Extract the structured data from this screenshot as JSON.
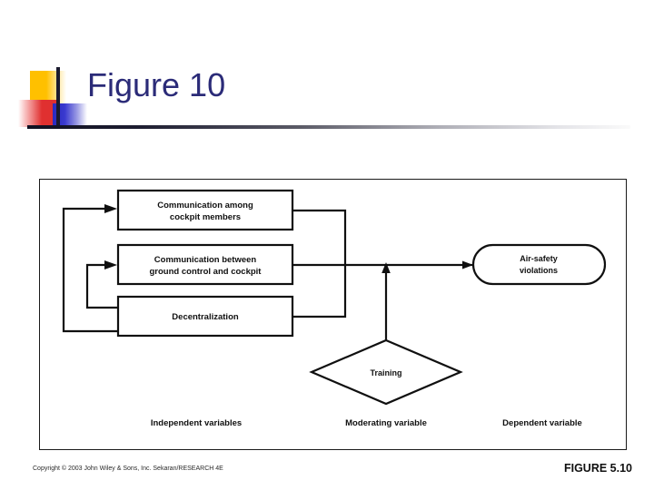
{
  "slide": {
    "title": "Figure 10",
    "title_color": "#2B2B78",
    "decor": {
      "yellow": "#FFC000",
      "red": "#E03030",
      "blue": "#2A2ABF",
      "rule": "#111122"
    }
  },
  "figure": {
    "boxes": [
      {
        "id": "communication-among-cockpit-members",
        "line1": "Communication among",
        "line2": "cockpit members"
      },
      {
        "id": "communication-ground-control-cockpit",
        "line1": "Communication between",
        "line2": "ground control and cockpit"
      },
      {
        "id": "decentralization",
        "line1": "Decentralization",
        "line2": ""
      }
    ],
    "outcome": {
      "id": "air-safety-violations",
      "line1": "Air-safety",
      "line2": "violations"
    },
    "moderator": {
      "id": "training",
      "line1": "Training"
    },
    "axis_labels": {
      "independent": "Independent variables",
      "moderating": "Moderating variable",
      "dependent": "Dependent variable"
    }
  },
  "footer": {
    "copyright": "Copyright © 2003 John Wiley & Sons, Inc.   Sekaran/RESEARCH 4E",
    "figure_number": "FIGURE 5.10"
  }
}
